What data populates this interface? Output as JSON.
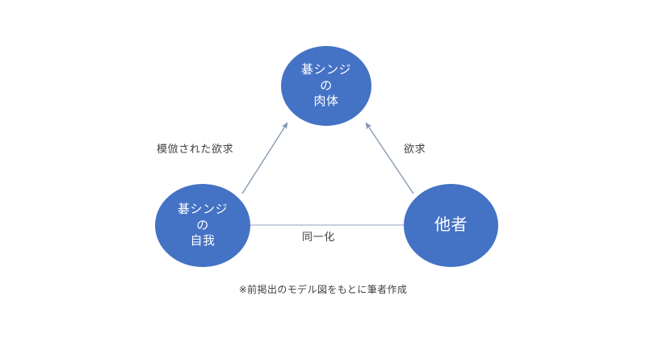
{
  "diagram": {
    "type": "triangle-relationship-diagram",
    "background_color": "#FFFFFF",
    "node_fill_color": "#4472C4",
    "node_text_color": "#FFFFFF",
    "connector_color": "#8496B0",
    "label_text_color": "#404040",
    "nodes": [
      {
        "id": "body",
        "position": "top",
        "lines": [
          "碁シンジ",
          "の",
          "肉体"
        ]
      },
      {
        "id": "ego",
        "position": "bottom-left",
        "lines": [
          "碁シンジ",
          "の",
          "自我"
        ]
      },
      {
        "id": "other",
        "position": "bottom-right",
        "lines": [
          "他者"
        ]
      }
    ],
    "edges": [
      {
        "id": "ego-to-body",
        "from": "ego",
        "to": "body",
        "label": "模倣された欲求",
        "arrow": "to"
      },
      {
        "id": "other-to-body",
        "from": "other",
        "to": "body",
        "label": "欲求",
        "arrow": "to"
      },
      {
        "id": "ego-to-other",
        "from": "ego",
        "to": "other",
        "label": "同一化",
        "arrow": "none"
      }
    ],
    "caption": "※前掲出のモデル図をもとに筆者作成"
  }
}
